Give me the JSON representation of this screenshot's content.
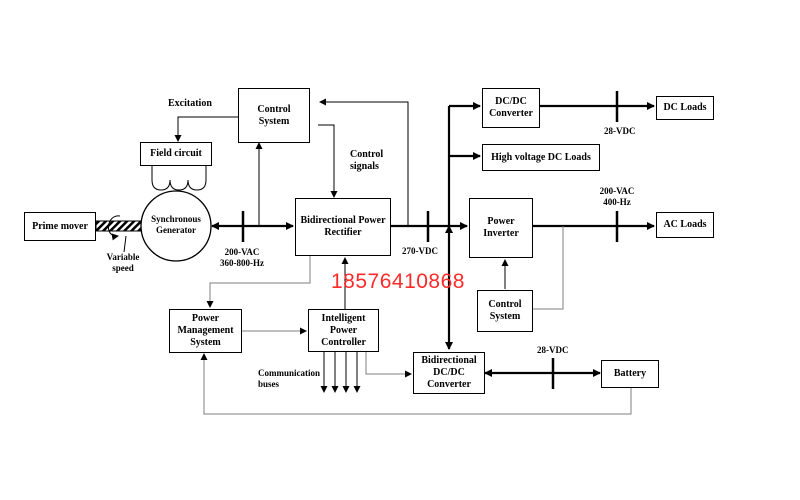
{
  "boxes": {
    "prime_mover": "Prime mover",
    "synchronous_generator": "Synchronous\nGenerator",
    "field_circuit": "Field circuit",
    "control_system_top": "Control\nSystem",
    "bidirectional_power_rectifier": "Bidirectional Power\nRectifier",
    "dc_dc_converter": "DC/DC\nConverter",
    "dc_loads": "DC Loads",
    "high_voltage_dc_loads": "High voltage DC Loads",
    "power_inverter": "Power\nInverter",
    "ac_loads": "AC Loads",
    "control_system_bottom": "Control\nSystem",
    "power_management_system": "Power\nManagement\nSystem",
    "intelligent_power_controller": "Intelligent\nPower\nController",
    "bidirectional_dc_dc_converter": "Bidirectional\nDC/DC\nConverter",
    "battery": "Battery"
  },
  "labels": {
    "excitation": "Excitation",
    "control_signals": "Control\nsignals",
    "variable_speed": "Variable\nspeed",
    "ac_bus": "200-VAC\n360-800-Hz",
    "dc_bus": "270-VDC",
    "dc_loads_voltage": "28-VDC",
    "ac_loads_voltage": "200-VAC\n400-Hz",
    "communication_buses": "Communication\nbuses",
    "battery_voltage": "28-VDC"
  },
  "watermark": "18576410868",
  "colors": {
    "line": "#000000",
    "feedback_line": "#7f7f7f",
    "watermark": "#ff2a2a"
  }
}
